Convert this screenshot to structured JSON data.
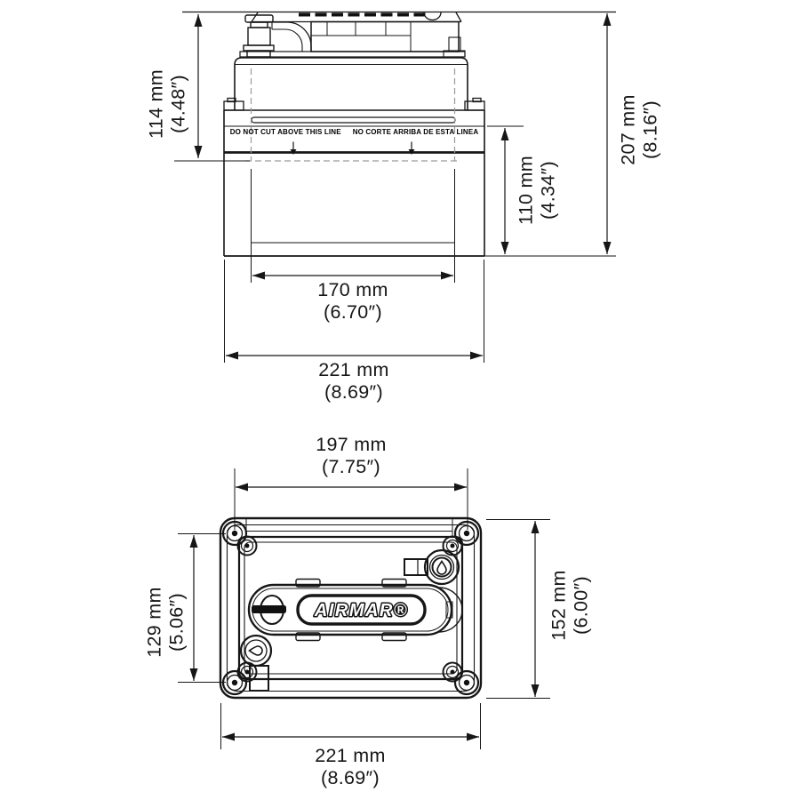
{
  "side_view": {
    "warning_en": "DO NOT CUT ABOVE THIS LINE",
    "warning_es": "NO CORTE ARRIBA DE ESTA LINEA",
    "dims": {
      "lid_height": {
        "mm": "114 mm",
        "in": "(4.48″)"
      },
      "overall_height": {
        "mm": "207 mm",
        "in": "(8.16″)"
      },
      "below_line": {
        "mm": "110 mm",
        "in": "(4.34″)"
      },
      "inner_width": {
        "mm": "170 mm",
        "in": "(6.70″)"
      },
      "overall_width": {
        "mm": "221 mm",
        "in": "(8.69″)"
      }
    }
  },
  "top_view": {
    "brand": "AIRMAR®",
    "dims": {
      "lid_width": {
        "mm": "197 mm",
        "in": "(7.75″)"
      },
      "mount_hole_spacing": {
        "mm": "129 mm",
        "in": "(5.06″)"
      },
      "overall_depth": {
        "mm": "152 mm",
        "in": "(6.00″)"
      },
      "overall_width": {
        "mm": "221 mm",
        "in": "(8.69″)"
      }
    }
  },
  "colors": {
    "line": "#161616",
    "dashed": "#9a9a9a",
    "background": "#ffffff"
  }
}
